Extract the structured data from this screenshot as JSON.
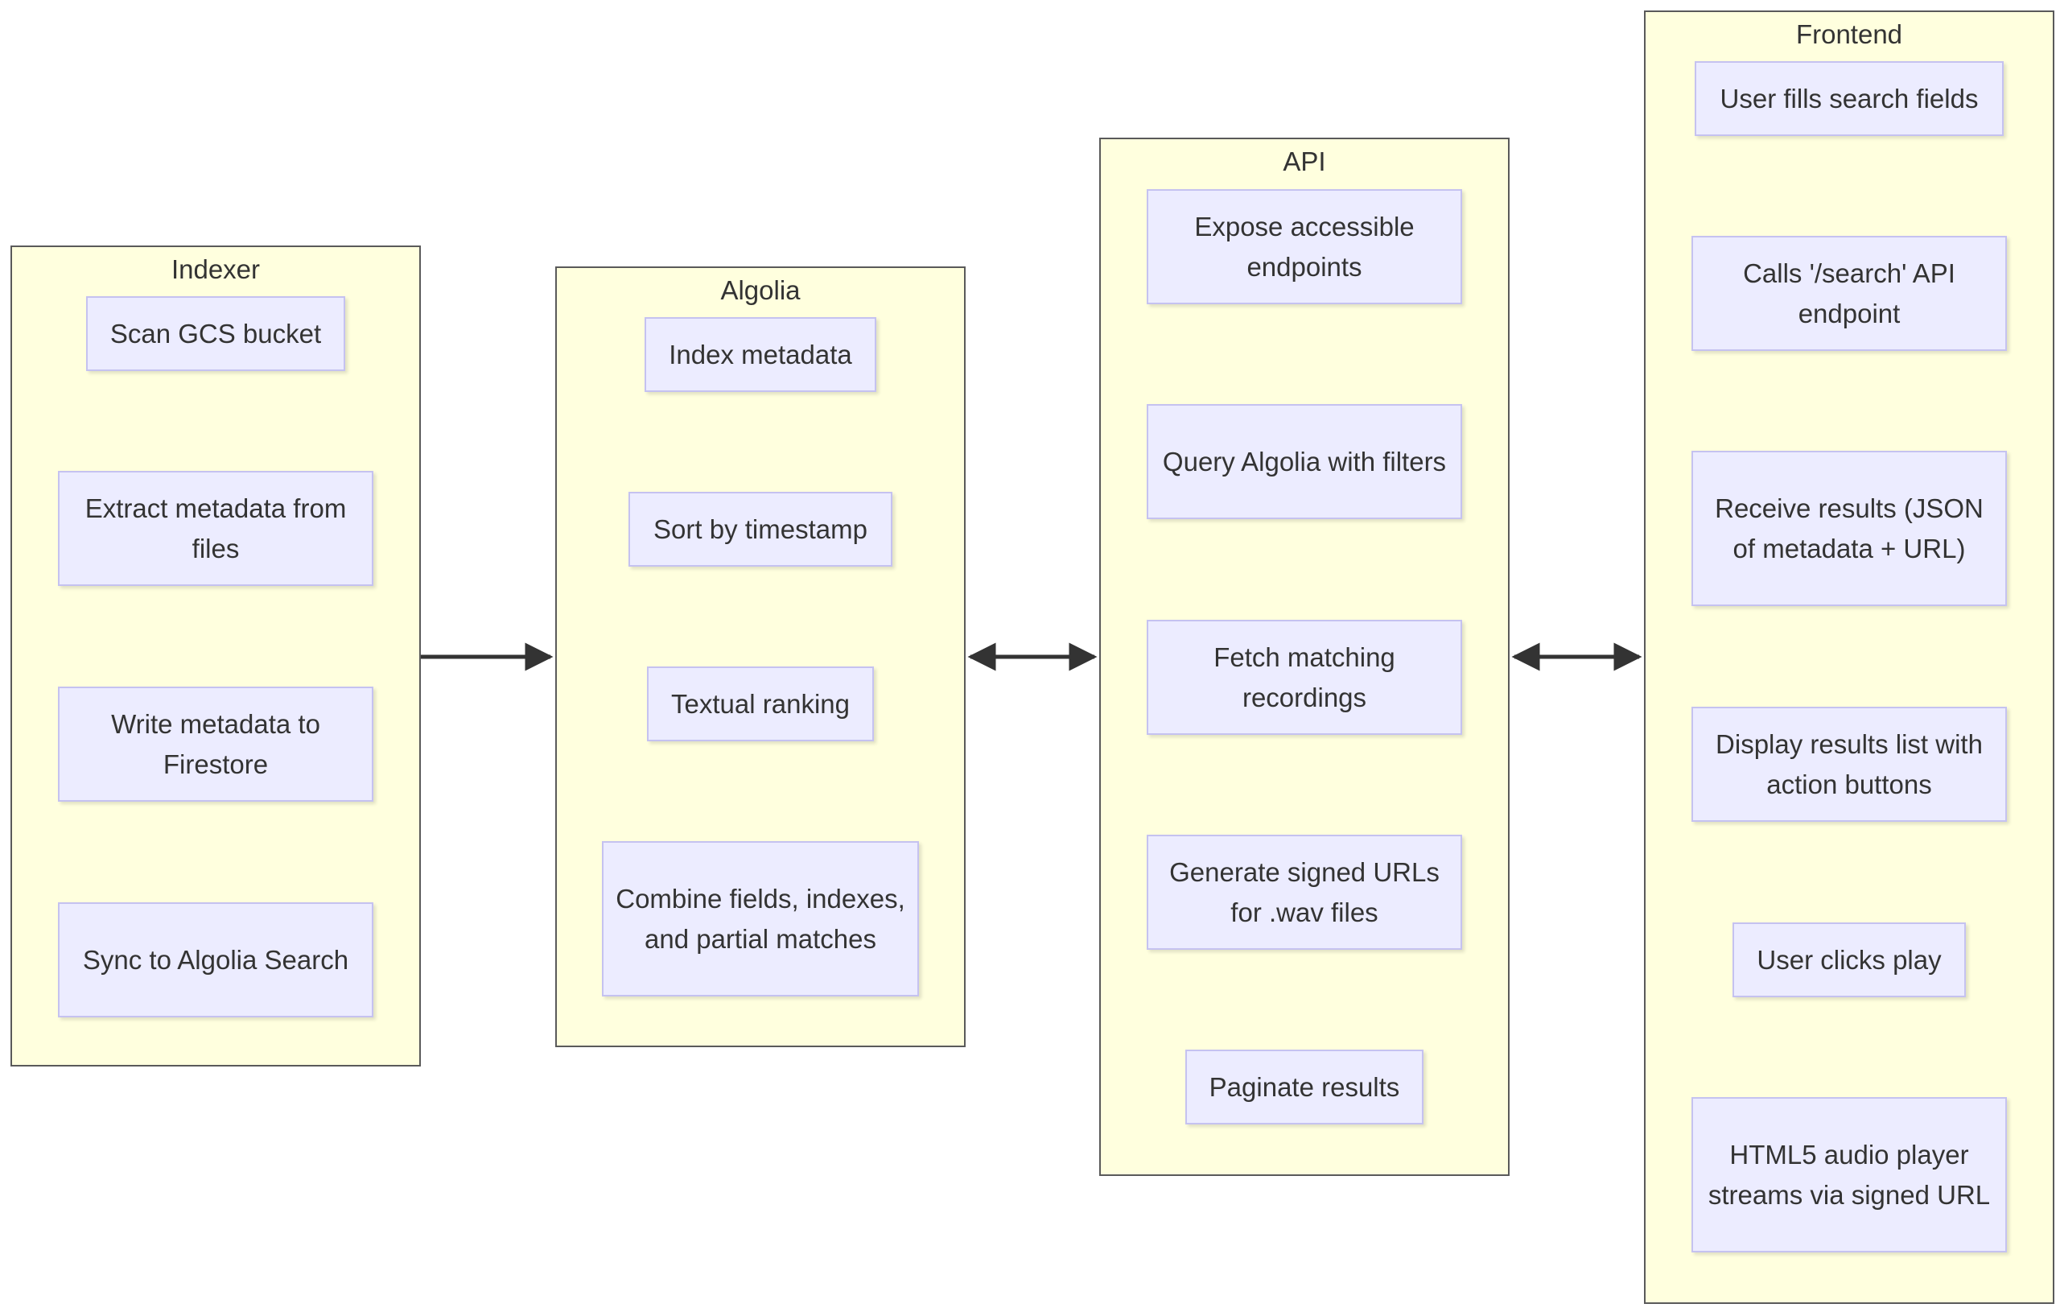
{
  "colors": {
    "cluster_fill": "#ffffde",
    "cluster_border": "#5a5a5a",
    "node_fill": "#ececff",
    "node_border": "#c5c2f0",
    "edge": "#333333",
    "text": "#333333"
  },
  "clusters": {
    "indexer": {
      "title": "Indexer",
      "nodes": [
        "Scan GCS bucket",
        "Extract metadata from files",
        "Write metadata to Firestore",
        "Sync to Algolia Search"
      ]
    },
    "algolia": {
      "title": "Algolia",
      "nodes": [
        "Index metadata",
        "Sort by timestamp",
        "Textual ranking",
        "Combine fields, indexes, and partial matches"
      ]
    },
    "api": {
      "title": "API",
      "nodes": [
        "Expose accessible endpoints",
        "Query Algolia with filters",
        "Fetch matching recordings",
        "Generate signed URLs for .wav files",
        "Paginate results"
      ]
    },
    "frontend": {
      "title": "Frontend",
      "nodes": [
        "User fills search fields",
        "Calls '/search' API endpoint",
        "Receive results (JSON of metadata + URL)",
        "Display results list with action buttons",
        "User clicks play",
        "HTML5 audio player streams via signed URL"
      ]
    }
  },
  "links": [
    {
      "from": "indexer",
      "to": "algolia",
      "direction": "one-way"
    },
    {
      "from": "algolia",
      "to": "api",
      "direction": "two-way"
    },
    {
      "from": "api",
      "to": "frontend",
      "direction": "two-way"
    }
  ]
}
